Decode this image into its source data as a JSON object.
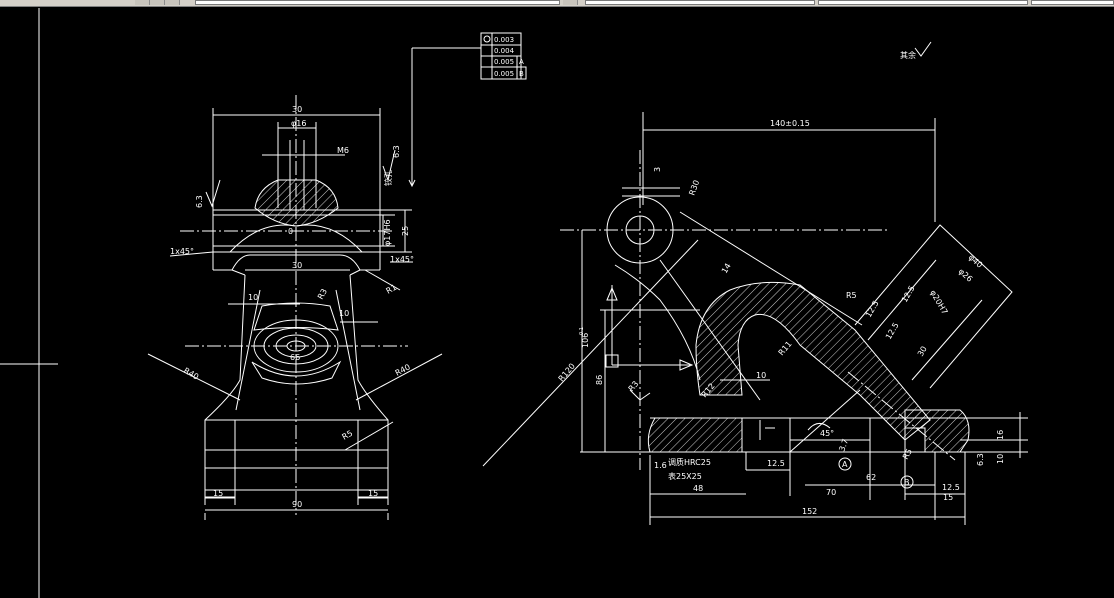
{
  "toolbar": {
    "label": "CAD toolbar (partially visible)"
  },
  "drawing": {
    "left_view": {
      "dim_width_top": "30",
      "dim_bore": "φ16",
      "dim_thread": "M6",
      "dim_mid_width": "30",
      "dim_r3": "R3",
      "dim_10a": "10",
      "dim_10b": "10",
      "dim_r40_left": "R40",
      "dim_r40_right": "R40",
      "dim_r5": "R5",
      "dim_r1": "R1",
      "dim_bottom_width": "90",
      "dim_15_left": "15",
      "dim_15_right": "15",
      "dim_chamfer_left": "1x45°",
      "dim_chamfer_right": "1x45°",
      "dim_phi_h6": "φ17H6",
      "dim_25": "25",
      "dim_roughness_left": "6.3",
      "dim_roughness_top": "6.3",
      "label_jiaoxi": "铰孔",
      "dim_66": "66",
      "dim_zero": "0"
    },
    "tolerance_block": {
      "row1": "0.003",
      "row2": "0.004",
      "row3": "0.005",
      "row3_ref": "A",
      "row4": "0.005",
      "row4_ref": "B"
    },
    "right_view": {
      "dim_140": "140±0.15",
      "dim_3": "3",
      "dim_r30_top": "R30",
      "dim_14": "14",
      "dim_r5": "R5",
      "dim_phi40": "φ40",
      "dim_phi26": "φ26",
      "dim_phi20_h7": "φ20H7",
      "dim_roughness_a": "12.5",
      "dim_roughness_b": "12.5",
      "dim_roughness_c": "12.5",
      "dim_30": "30",
      "dim_r11": "R11",
      "dim_10": "10",
      "dim_r12": "R12",
      "dim_r3": "R3",
      "dim_r120": "R120",
      "dim_106": "106",
      "dim_106_tol": "0.1",
      "dim_86": "86",
      "dim_45": "45°",
      "dim_3_7": "3.7",
      "dim_r5b": "R5",
      "dim_62": "62",
      "dim_70": "70",
      "dim_48": "48",
      "dim_152": "152",
      "dim_16": "16",
      "dim_10r": "10",
      "dim_6_3": "6.3",
      "dim_15": "15",
      "dim_12_5b": "12.5",
      "dim_12_5c": "12.5",
      "label_hardness": "调质HRC25",
      "label_surface": "表25X25",
      "label_roughness_main": "1.6",
      "label_datum_a": "A",
      "label_datum_b": "B",
      "label_other": "其余"
    }
  },
  "colors": {
    "background": "#000000",
    "line": "#ffffff",
    "toolbar": "#d4d0c8"
  }
}
